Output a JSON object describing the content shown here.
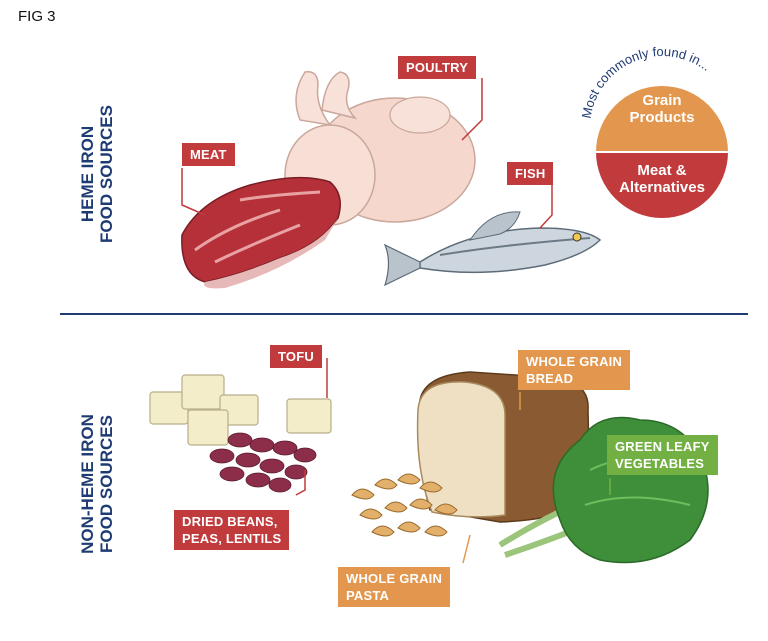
{
  "figure_label": "FIG 3",
  "sections": {
    "heme": {
      "title_line1": "HEME IRON",
      "title_line2": "FOOD SOURCES"
    },
    "non_heme": {
      "title_line1": "NON-HEME IRON",
      "title_line2": "FOOD SOURCES"
    }
  },
  "heme_labels": {
    "meat": "MEAT",
    "poultry": "POULTRY",
    "fish": "FISH"
  },
  "non_heme_labels": {
    "tofu": "TOFU",
    "bread_line1": "WHOLE GRAIN",
    "bread_line2": "BREAD",
    "greens_line1": "GREEN LEAFY",
    "greens_line2": "VEGETABLES",
    "beans_line1": "DRIED BEANS,",
    "beans_line2": "PEAS, LENTILS",
    "pasta_line1": "WHOLE GRAIN",
    "pasta_line2": "PASTA"
  },
  "pie": {
    "caption": "Most commonly found in...",
    "top_line1": "Grain",
    "top_line2": "Products",
    "bottom_line1": "Meat &",
    "bottom_line2": "Alternatives",
    "top_color": "#e3964e",
    "bottom_color": "#c13a3c"
  },
  "colors": {
    "red_label": "#c13a3c",
    "orange_label": "#e3964e",
    "green_label": "#72b043",
    "section_title": "#1f3b73"
  }
}
